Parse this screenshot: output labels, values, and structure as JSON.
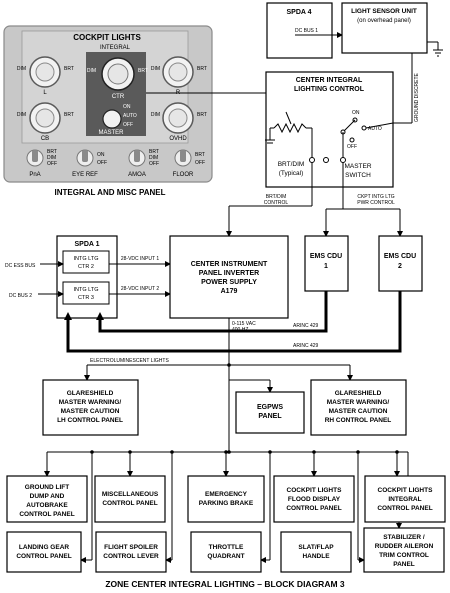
{
  "panel": {
    "title": "COCKPIT LIGHTS",
    "integral": "INTEGRAL",
    "dim": "DIM",
    "brt": "BRT",
    "knob_l": "L",
    "knob_r": "R",
    "knob_ctr": "CTR",
    "knob_cb": "CB",
    "knob_ovhd": "OVHD",
    "on": "ON",
    "auto": "AUTO",
    "off": "OFF",
    "master": "MASTER",
    "sw_pna": "PnA",
    "sw_eyeref": "EYE REF",
    "sw_amoa": "AMOA",
    "sw_floor": "FLOOR",
    "caption": "INTEGRAL AND MISC PANEL"
  },
  "spda4": "SPDA 4",
  "light_sensor": {
    "line1": "LIGHT SENSOR UNIT",
    "line2": "(on overhead panel)"
  },
  "dc_bus_1": "DC BUS 1",
  "ground_discrete": "GROUND DISCRETE",
  "center_control": {
    "line1": "CENTER INTEGRAL",
    "line2": "LIGHTING CONTROL",
    "on": "ON",
    "auto": "AUTO",
    "off": "OFF",
    "brt_dim": "BRT/DIM",
    "typical": "(Typical)",
    "master": "MASTER",
    "switch": "SWITCH"
  },
  "brt_dim_control": {
    "line1": "BRT/DIM",
    "line2": "CONTROL"
  },
  "ckpt_pwr": {
    "line1": "CKPT INTG LTG",
    "line2": "PWR CONTROL"
  },
  "spda1": {
    "title": "SPDA 1",
    "ctr2_line1": "INTG LTG",
    "ctr2_line2": "CTR 2",
    "ctr3_line1": "INTG LTG",
    "ctr3_line2": "CTR 3"
  },
  "dc_ess_bus": "DC ESS BUS",
  "dc_bus_2": "DC BUS 2",
  "input1": "28-VDC INPUT 1",
  "input2": "28-VDC INPUT 2",
  "inverter": {
    "line1": "CENTER INSTRUMENT",
    "line2": "PANEL INVERTER",
    "line3": "POWER SUPPLY",
    "line4": "A179"
  },
  "cdu1": {
    "line1": "EMS CDU",
    "line2": "1"
  },
  "cdu2": {
    "line1": "EMS CDU",
    "line2": "2"
  },
  "vac": {
    "line1": "0-115 VAC",
    "line2": "400 HZ"
  },
  "arinc1": "ARINC 429",
  "arinc2": "ARINC 429",
  "el_lights": "ELECTROLUMINESCENT LIGHTS",
  "glare_lh": {
    "line1": "GLARESHIELD",
    "line2": "MASTER WARNING/",
    "line3": "MASTER CAUTION",
    "line4": "LH CONTROL PANEL"
  },
  "egpws": {
    "line1": "EGPWS",
    "line2": "PANEL"
  },
  "glare_rh": {
    "line1": "GLARESHIELD",
    "line2": "MASTER WARNING/",
    "line3": "MASTER CAUTION",
    "line4": "RH CONTROL PANEL"
  },
  "row1": [
    {
      "line1": "GROUND LIFT",
      "line2": "DUMP AND",
      "line3": "AUTOBRAKE",
      "line4": "CONTROL PANEL"
    },
    {
      "line1": "MISCELLANEOUS",
      "line2": "CONTROL PANEL",
      "line3": "",
      "line4": ""
    },
    {
      "line1": "EMERGENCY",
      "line2": "PARKING BRAKE",
      "line3": "",
      "line4": ""
    },
    {
      "line1": "COCKPIT LIGHTS",
      "line2": "FLOOD DISPLAY",
      "line3": "CONTROL PANEL",
      "line4": ""
    },
    {
      "line1": "COCKPIT LIGHTS",
      "line2": "INTEGRAL",
      "line3": "CONTROL PANEL",
      "line4": ""
    }
  ],
  "row2": [
    {
      "line1": "LANDING GEAR",
      "line2": "CONTROL PANEL",
      "line3": "",
      "line4": ""
    },
    {
      "line1": "FLIGHT SPOILER",
      "line2": "CONTROL LEVER",
      "line3": "",
      "line4": ""
    },
    {
      "line1": "THROTTLE",
      "line2": "QUADRANT",
      "line3": "",
      "line4": ""
    },
    {
      "line1": "SLAT/FLAP",
      "line2": "HANDLE",
      "line3": "",
      "line4": ""
    },
    {
      "line1": "STABILIZER /",
      "line2": "RUDDER AILERON",
      "line3": "TRIM CONTROL",
      "line4": "PANEL"
    }
  ],
  "caption": "ZONE CENTER INTEGRAL LIGHTING – BLOCK DIAGRAM 3",
  "colors": {
    "panel": "#c8c8c8",
    "panel_edge": "#8a8a8a",
    "knob": "#f2f2f2",
    "knob_dark": "#5a5a5a",
    "line": "#000000"
  }
}
